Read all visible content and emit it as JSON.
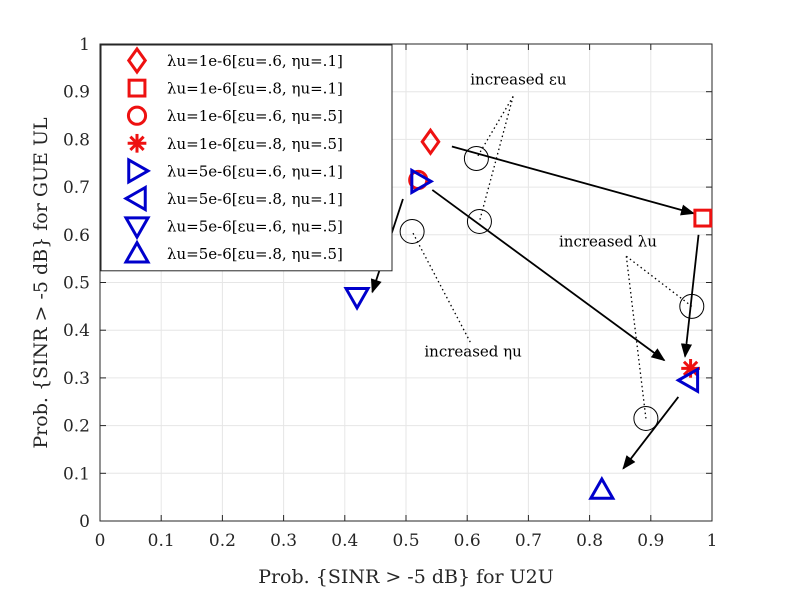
{
  "chart_data": {
    "type": "scatter",
    "title": "",
    "xlabel": "Prob. {SINR > -5 dB} for U2U",
    "ylabel": "Prob. {SINR > -5 dB} for GUE UL",
    "xlim": [
      0,
      1
    ],
    "ylim": [
      0,
      1
    ],
    "xticks": [
      "0",
      "0.1",
      "0.2",
      "0.3",
      "0.4",
      "0.5",
      "0.6",
      "0.7",
      "0.8",
      "0.9",
      "1"
    ],
    "yticks": [
      "0",
      "0.1",
      "0.2",
      "0.3",
      "0.4",
      "0.5",
      "0.6",
      "0.7",
      "0.8",
      "0.9",
      "1"
    ],
    "grid": true,
    "legend_position": "top-left",
    "series": [
      {
        "name": "λu=1e-6[εu=.6, ηu=.1]",
        "marker": "diamond",
        "color": "#ee1111",
        "x": 0.54,
        "y": 0.795
      },
      {
        "name": "λu=1e-6[εu=.8, ηu=.1]",
        "marker": "square",
        "color": "#ee1111",
        "x": 0.985,
        "y": 0.635
      },
      {
        "name": "λu=1e-6[εu=.6, ηu=.5]",
        "marker": "circle",
        "color": "#ee1111",
        "x": 0.52,
        "y": 0.715
      },
      {
        "name": "λu=1e-6[εu=.8, ηu=.5]",
        "marker": "asterisk",
        "color": "#ee1111",
        "x": 0.965,
        "y": 0.32
      },
      {
        "name": "λu=5e-6[εu=.6, ηu=.1]",
        "marker": "triangle-right",
        "color": "#0000cc",
        "x": 0.523,
        "y": 0.712
      },
      {
        "name": "λu=5e-6[εu=.8, ηu=.1]",
        "marker": "triangle-left",
        "color": "#0000cc",
        "x": 0.963,
        "y": 0.295
      },
      {
        "name": "λu=5e-6[εu=.6, ηu=.5]",
        "marker": "triangle-down",
        "color": "#0000cc",
        "x": 0.42,
        "y": 0.47
      },
      {
        "name": "λu=5e-6[εu=.8, ηu=.5]",
        "marker": "triangle-up",
        "color": "#0000cc",
        "x": 0.82,
        "y": 0.065
      }
    ],
    "arrows": [
      {
        "from": [
          0.575,
          0.785
        ],
        "to": [
          0.97,
          0.645
        ]
      },
      {
        "from": [
          0.543,
          0.694
        ],
        "to": [
          0.922,
          0.337
        ]
      },
      {
        "from": [
          0.495,
          0.675
        ],
        "to": [
          0.445,
          0.48
        ]
      },
      {
        "from": [
          0.978,
          0.6
        ],
        "to": [
          0.956,
          0.345
        ]
      },
      {
        "from": [
          0.945,
          0.26
        ],
        "to": [
          0.855,
          0.11
        ]
      }
    ],
    "annotations": [
      {
        "text": "increased εu",
        "label": {
          "x": 0.605,
          "y": 0.915
        },
        "circles": [
          {
            "x": 0.615,
            "y": 0.76
          },
          {
            "x": 0.62,
            "y": 0.628
          }
        ],
        "anchor": {
          "x": 0.675,
          "y": 0.89
        }
      },
      {
        "text": "increased λu",
        "label": {
          "x": 0.75,
          "y": 0.575
        },
        "circles": [
          {
            "x": 0.967,
            "y": 0.45
          },
          {
            "x": 0.892,
            "y": 0.215
          }
        ],
        "anchor": {
          "x": 0.86,
          "y": 0.555
        }
      },
      {
        "text": "increased ηu",
        "label": {
          "x": 0.53,
          "y": 0.345
        },
        "circles": [
          {
            "x": 0.51,
            "y": 0.607
          }
        ],
        "anchor": {
          "x": 0.605,
          "y": 0.375
        }
      }
    ]
  }
}
